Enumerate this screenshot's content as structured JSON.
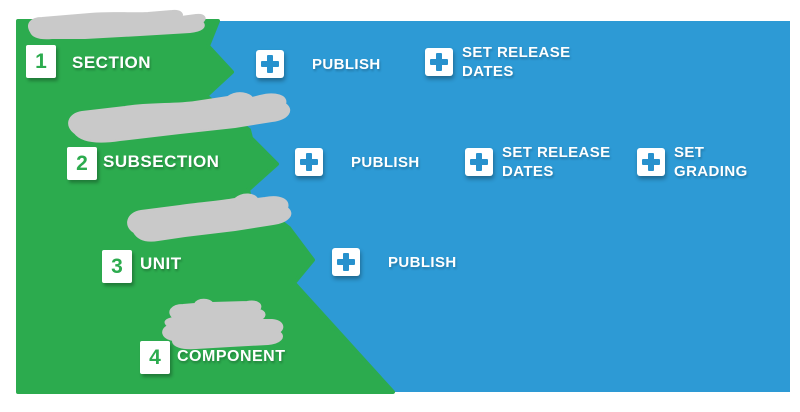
{
  "diagram": {
    "kind": "course-outline-hierarchy-infographic",
    "colors": {
      "green": "#2cab4e",
      "blue": "#2d9ad5",
      "plus_blue": "#2791cd",
      "blob_gray": "#c9c9c9",
      "label_white": "#ffffff"
    },
    "levels": [
      {
        "number": "1",
        "label": "SECTION"
      },
      {
        "number": "2",
        "label": "SUBSECTION"
      },
      {
        "number": "3",
        "label": "UNIT"
      },
      {
        "number": "4",
        "label": "COMPONENT"
      }
    ],
    "actions": {
      "section": [
        {
          "icon": "plus-icon",
          "line1": "PUBLISH",
          "line2": ""
        },
        {
          "icon": "plus-icon",
          "line1": "SET RELEASE",
          "line2": "DATES"
        }
      ],
      "subsection": [
        {
          "icon": "plus-icon",
          "line1": "PUBLISH",
          "line2": ""
        },
        {
          "icon": "plus-icon",
          "line1": "SET RELEASE",
          "line2": "DATES"
        },
        {
          "icon": "plus-icon",
          "line1": "SET",
          "line2": "GRADING"
        }
      ],
      "unit": [
        {
          "icon": "plus-icon",
          "line1": "PUBLISH",
          "line2": ""
        }
      ],
      "component": []
    },
    "decorations": {
      "blurred_text_blobs": [
        "blurred-text-blob-1",
        "blurred-text-blob-2",
        "blurred-text-blob-3",
        "blurred-text-blob-4"
      ]
    }
  }
}
